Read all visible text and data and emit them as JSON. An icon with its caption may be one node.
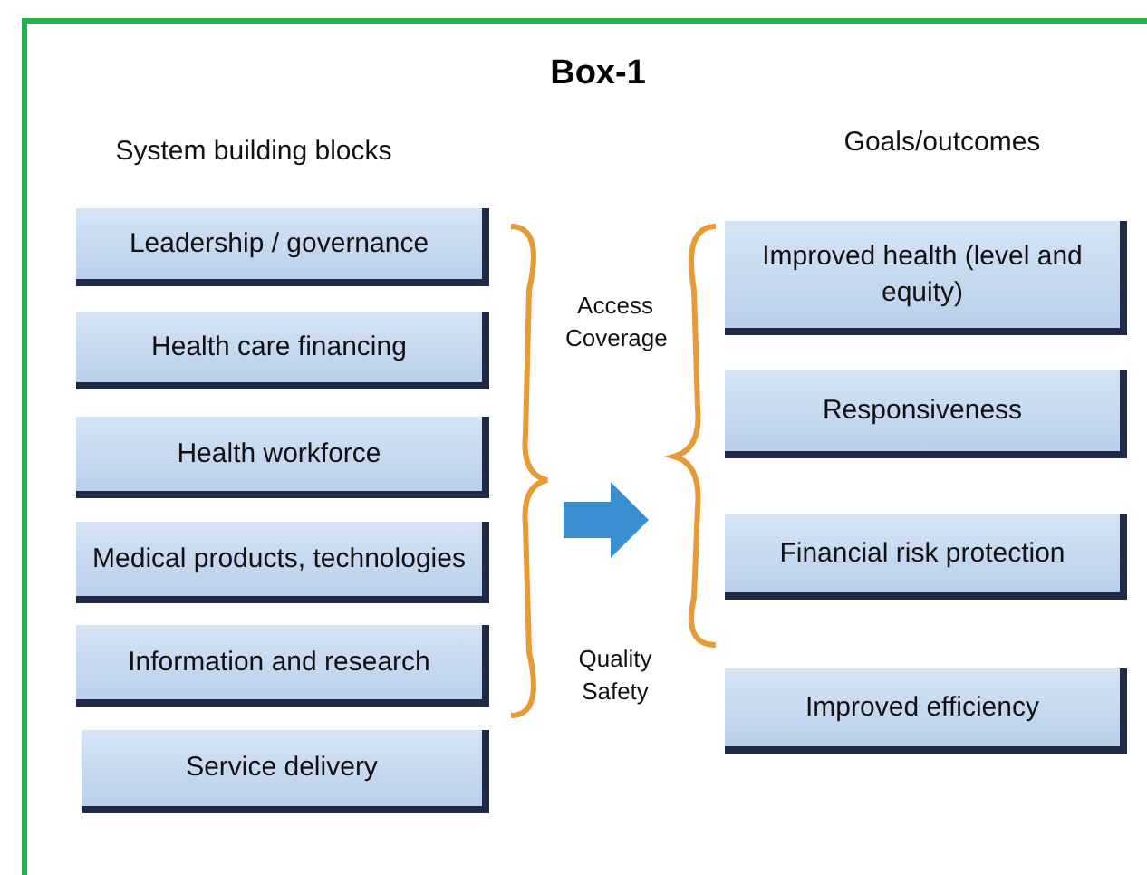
{
  "diagram": {
    "title": "Box-1",
    "nodes": [
      {
        "text": [
          "Leadership / governance"
        ]
      },
      {
        "text": [
          "Health care financing"
        ]
      },
      {
        "text": [
          "Health workforce"
        ]
      },
      {
        "text": [
          "Medical products, technologies"
        ]
      },
      {
        "text": [
          "Information and research"
        ]
      },
      {
        "text": [
          "Service delivery"
        ]
      },
      {
        "text": [
          "Improved health (level and equity)"
        ]
      },
      {
        "text": [
          "Responsiveness"
        ]
      },
      {
        "text": [
          "Financial risk protection"
        ]
      },
      {
        "text": [
          "Improved efficiency"
        ]
      }
    ],
    "edges": [],
    "labels": [
      "System building blocks",
      "Goals/outcomes",
      "Access Coverage",
      "Quality Safety"
    ]
  }
}
